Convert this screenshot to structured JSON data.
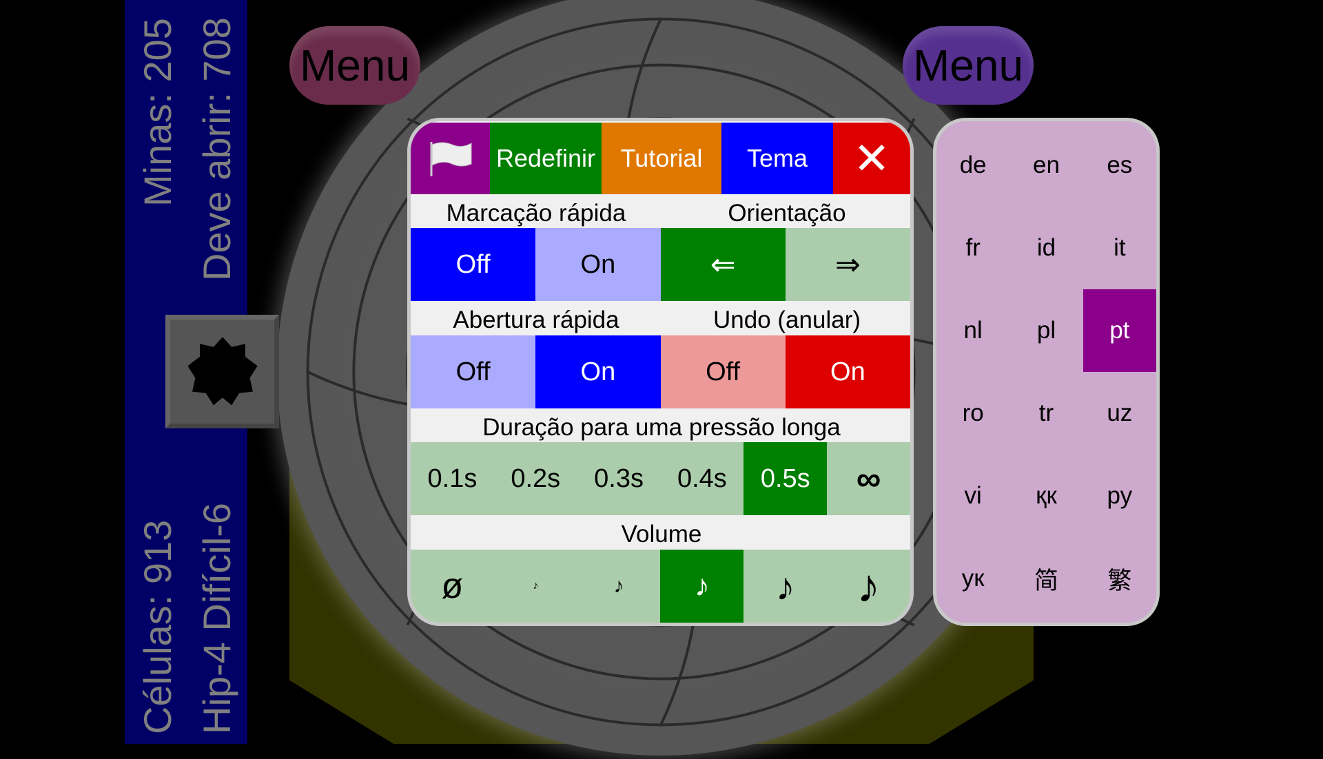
{
  "stats": {
    "mines": "Minas: 205",
    "to_open": "Deve abrir: 708",
    "cells": "Células: 913",
    "mode": "Hip-4 Difícil-6"
  },
  "menu_left": "Menu",
  "menu_right": "Menu",
  "toolbar": {
    "flag_icon": "white-flag",
    "reset": "Redefinir",
    "tutorial": "Tutorial",
    "theme": "Tema",
    "close": "✕"
  },
  "quick_mark": {
    "label": "Marcação rápida",
    "off": "Off",
    "on": "On",
    "selected": "Off"
  },
  "orientation": {
    "label": "Orientação",
    "left": "⇐",
    "right": "⇒",
    "selected": "left"
  },
  "quick_open": {
    "label": "Abertura rápida",
    "off": "Off",
    "on": "On",
    "selected": "On"
  },
  "undo": {
    "label": "Undo (anular)",
    "off": "Off",
    "on": "On",
    "selected": "On"
  },
  "long_press": {
    "label": "Duração para uma pressão longa",
    "options": [
      "0.1s",
      "0.2s",
      "0.3s",
      "0.4s",
      "0.5s",
      "∞"
    ],
    "selected": "0.5s"
  },
  "volume": {
    "label": "Volume",
    "options": [
      "ø",
      "♪",
      "♪",
      "♪",
      "♪",
      "♪"
    ],
    "selected_index": 3
  },
  "languages": {
    "items": [
      "de",
      "en",
      "es",
      "fr",
      "id",
      "it",
      "nl",
      "pl",
      "pt",
      "ro",
      "tr",
      "uz",
      "vi",
      "қк",
      "ру",
      "ук",
      "简",
      "繁"
    ],
    "selected": "pt"
  },
  "colors": {
    "sidebar": "#000066",
    "flag_bg": "#8b008b",
    "reset_bg": "#008000",
    "tutorial_bg": "#e07800",
    "theme_bg": "#0000ff",
    "close_bg": "#dd0000"
  }
}
